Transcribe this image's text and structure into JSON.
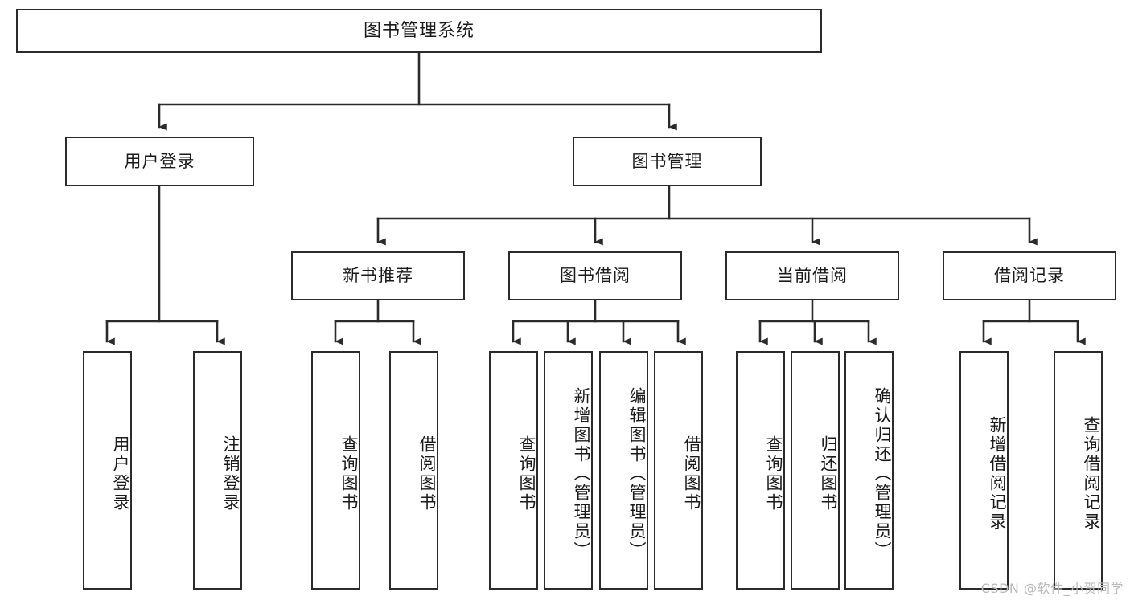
{
  "diagram": {
    "type": "tree",
    "title": "图书管理系统",
    "orientation": "top-down",
    "colors": {
      "box_border": "#2b2b2b",
      "box_fill": "#ffffff",
      "connector": "#2b2b2b",
      "text": "#1a1a1a",
      "watermark": "#b9b9b9",
      "background": "#ffffff"
    },
    "nodes": {
      "root": {
        "label": "图书管理系统"
      },
      "level2": [
        {
          "id": "user-login",
          "label": "用户登录"
        },
        {
          "id": "book-manage",
          "label": "图书管理"
        }
      ],
      "level3": [
        {
          "id": "new-book-rec",
          "label": "新书推荐",
          "parent": "book-manage"
        },
        {
          "id": "book-borrow",
          "label": "图书借阅",
          "parent": "book-manage"
        },
        {
          "id": "current-borrow",
          "label": "当前借阅",
          "parent": "book-manage"
        },
        {
          "id": "borrow-record",
          "label": "借阅记录",
          "parent": "book-manage"
        }
      ],
      "leaves": {
        "user-login": [
          {
            "id": "leaf-user-login",
            "label": "用户登录"
          },
          {
            "id": "leaf-logout",
            "label": "注销登录"
          }
        ],
        "new-book-rec": [
          {
            "id": "leaf-query-book-1",
            "label": "查询图书"
          },
          {
            "id": "leaf-borrow-book-1",
            "label": "借阅图书"
          }
        ],
        "book-borrow": [
          {
            "id": "leaf-query-book-2",
            "label": "查询图书"
          },
          {
            "id": "leaf-add-book",
            "label": "新增图书（管理员）"
          },
          {
            "id": "leaf-edit-book",
            "label": "编辑图书（管理员）"
          },
          {
            "id": "leaf-borrow-book-2",
            "label": "借阅图书"
          }
        ],
        "current-borrow": [
          {
            "id": "leaf-query-book-3",
            "label": "查询图书"
          },
          {
            "id": "leaf-return-book",
            "label": "归还图书"
          },
          {
            "id": "leaf-confirm-return",
            "label": "确认归还（管理员）"
          }
        ],
        "borrow-record": [
          {
            "id": "leaf-add-record",
            "label": "新增借阅记录"
          },
          {
            "id": "leaf-query-record",
            "label": "查询借阅记录"
          }
        ]
      }
    },
    "watermark": "CSDN @软件_小贺同学"
  }
}
